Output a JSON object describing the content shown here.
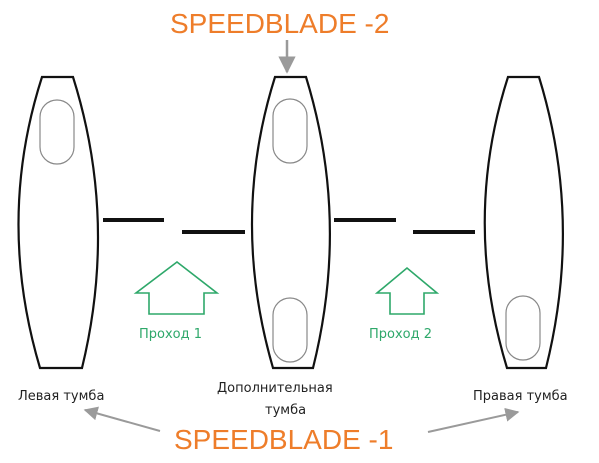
{
  "colors": {
    "accent_orange": "#ee7d2a",
    "passage_green": "#2ea86a",
    "arrow_gray": "#9a9a9a",
    "outline": "#111111",
    "window": "#888888"
  },
  "title_top": "SPEEDBLADE -2",
  "title_bottom": "SPEEDBLADE -1",
  "passages": [
    "Проход 1",
    "Проход 2"
  ],
  "pedestals": {
    "left": "Левая тумба",
    "middle_line1": "Дополнительная",
    "middle_line2": "тумба",
    "right": "Правая тумба"
  },
  "icons": {
    "passage_arrow": "up-arrow-outline-icon",
    "pointer_arrow": "gray-pointer-arrow-icon"
  }
}
